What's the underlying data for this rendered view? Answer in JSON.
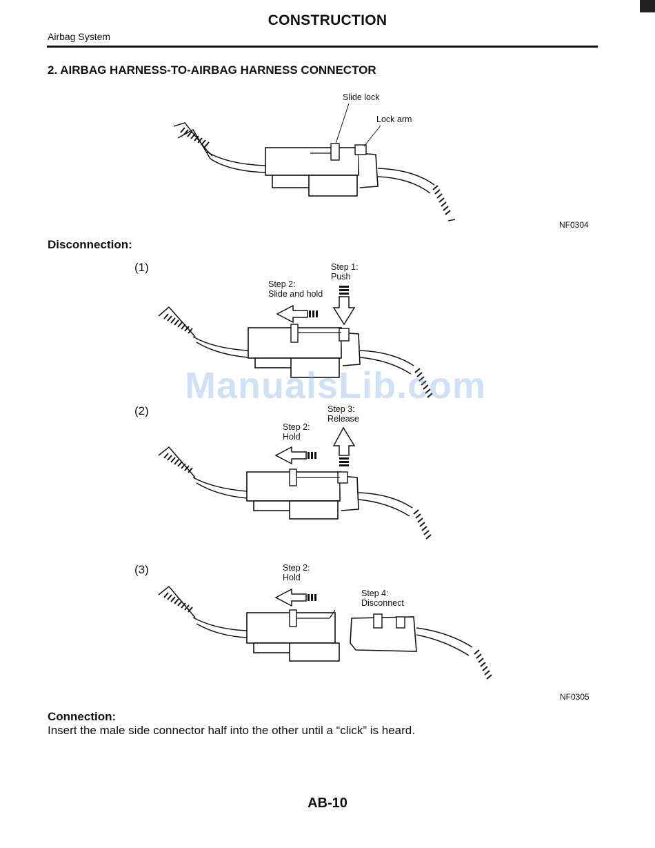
{
  "header": {
    "title": "CONSTRUCTION",
    "section": "Airbag System"
  },
  "section_heading": "2.  AIRBAG HARNESS-TO-AIRBAG HARNESS CONNECTOR",
  "figure1": {
    "labels": {
      "slide_lock": "Slide lock",
      "lock_arm": "Lock arm"
    },
    "code": "NF0304"
  },
  "disconnection": {
    "heading": "Disconnection:",
    "panels": [
      {
        "number": "(1)",
        "step_a_line1": "Step 1:",
        "step_a_line2": "Push",
        "step_b_line1": "Step 2:",
        "step_b_line2": "Slide and hold"
      },
      {
        "number": "(2)",
        "step_a_line1": "Step 3:",
        "step_a_line2": "Release",
        "step_b_line1": "Step 2:",
        "step_b_line2": "Hold"
      },
      {
        "number": "(3)",
        "step_a_line1": "Step 4:",
        "step_a_line2": "Disconnect",
        "step_b_line1": "Step 2:",
        "step_b_line2": "Hold"
      }
    ],
    "code": "NF0305"
  },
  "connection": {
    "heading": "Connection:",
    "text": "Insert the male side connector half into the other until a “click” is heard."
  },
  "watermark": "ManualsLib.com",
  "page_number": "AB-10"
}
